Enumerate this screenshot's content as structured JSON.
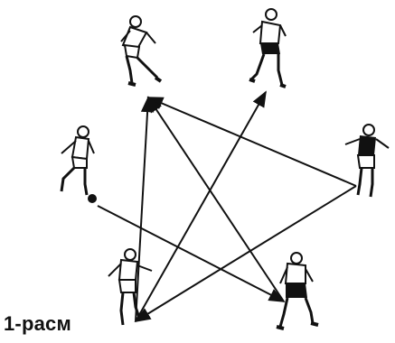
{
  "caption": "1-расм",
  "diagram": {
    "description_visible": false,
    "players": [
      {
        "id": "top-left",
        "pose": "running"
      },
      {
        "id": "top-right",
        "pose": "standing"
      },
      {
        "id": "left",
        "pose": "dribbling-with-ball"
      },
      {
        "id": "right",
        "pose": "receiving"
      },
      {
        "id": "bottom-left",
        "pose": "kicking"
      },
      {
        "id": "bottom-right",
        "pose": "ready-stance"
      }
    ],
    "passes": [
      {
        "from": "bottom-left",
        "to": "top-right"
      },
      {
        "from": "bottom-left",
        "to": "top-left"
      },
      {
        "from": "right",
        "to": "top-left"
      },
      {
        "from": "bottom-right",
        "to": "top-left"
      },
      {
        "from": "left",
        "to": "bottom-right"
      },
      {
        "from": "right",
        "to": "bottom-left"
      }
    ],
    "colors": {
      "ink": "#111111",
      "background": "#ffffff"
    }
  }
}
